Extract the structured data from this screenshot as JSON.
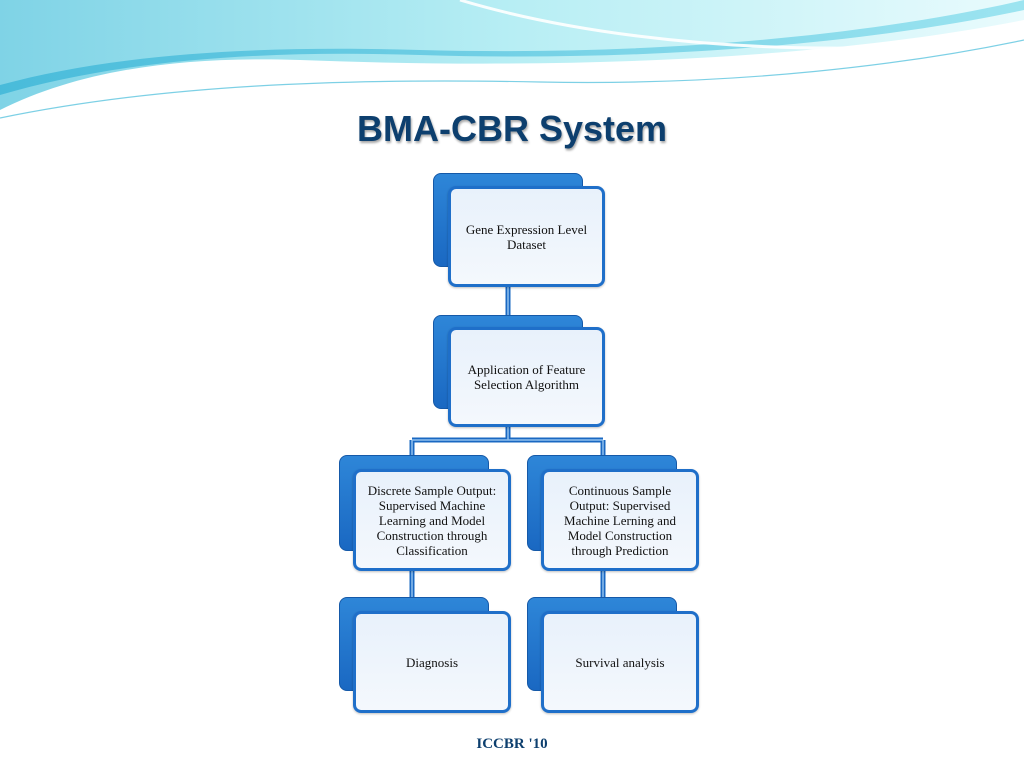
{
  "slide": {
    "title": "BMA-CBR System",
    "footer": "ICCBR '10"
  },
  "colors": {
    "title": "#0d3f6e",
    "node_back": "#1a68c2",
    "node_border": "#1f6fc9",
    "node_fill": "#eef4fb",
    "connector": "#1a68c2",
    "wave_light": "#9fe3ee",
    "wave_dark": "#3fb7d8"
  },
  "diagram": {
    "nodes": {
      "gene_expression": "Gene Expression Level Dataset",
      "feature_selection": "Application of Feature Selection Algorithm",
      "discrete_output": "Discrete Sample Output: Supervised Machine Learning and Model Construction through Classification",
      "continuous_output": "Continuous Sample Output: Supervised Machine Lerning and Model Construction through Prediction",
      "diagnosis": "Diagnosis",
      "survival_analysis": "Survival analysis"
    }
  }
}
